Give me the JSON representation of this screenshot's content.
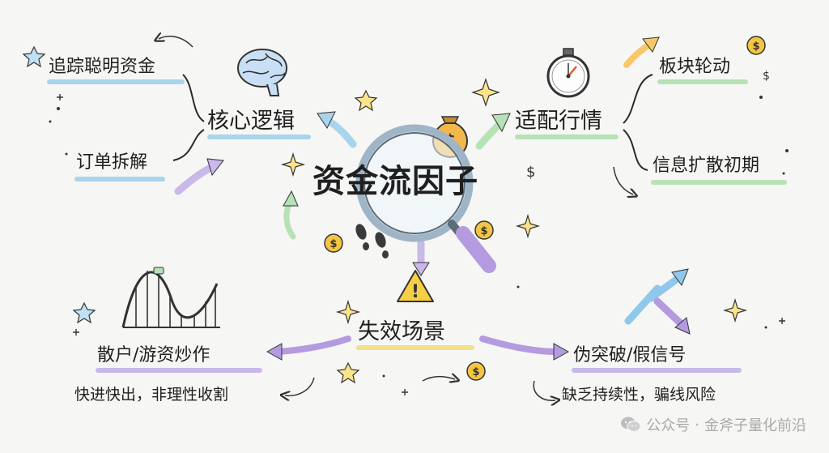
{
  "center": "资金流因子",
  "branches": {
    "core_logic": {
      "label": "核心逻辑",
      "children": [
        "追踪聪明资金",
        "订单拆解"
      ]
    },
    "fit_market": {
      "label": "适配行情",
      "children": [
        "板块轮动",
        "信息扩散初期"
      ]
    },
    "failure_scenarios": {
      "label": "失效场景",
      "left": {
        "label": "散户/游资炒作",
        "note": "快进快出，非理性收割"
      },
      "right": {
        "label": "伪突破/假信号",
        "note": "缺乏持续性，骗线风险"
      }
    }
  },
  "watermark": {
    "channel": "公众号",
    "separator": "·",
    "name": "金斧子量化前沿"
  },
  "icons": [
    "brain-icon",
    "stopwatch-icon",
    "money-bag-icon",
    "magnifier-icon",
    "footprints-icon",
    "warning-icon",
    "rollercoaster-icon",
    "broken-arrow-icon",
    "coin-icon",
    "sparkle-icon",
    "star-icon",
    "wechat-icon"
  ],
  "colors": {
    "blue_highlight": "#a9d4ec",
    "green_highlight": "#b6e2b6",
    "purple_arrow": "#b49be0",
    "yellow_highlight": "#f3e08a",
    "gold_coin": "#f4c542",
    "ink": "#1f1f1f"
  }
}
